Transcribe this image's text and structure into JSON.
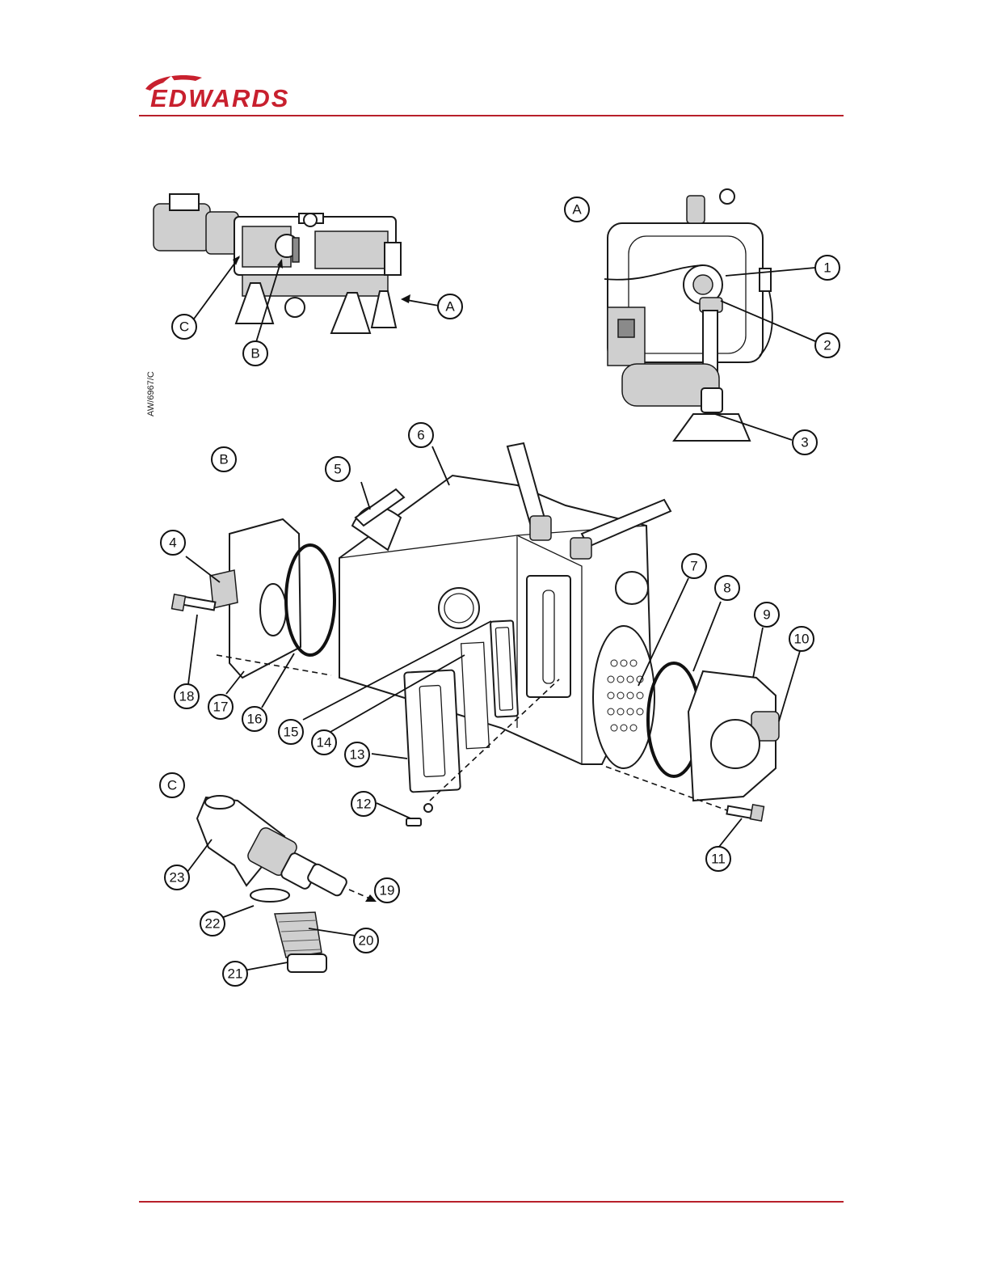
{
  "brand": {
    "name": "EDWARDS",
    "color": "#c8202e"
  },
  "figure": {
    "drawing_ref": "AW/6967/C",
    "view_labels": [
      "A",
      "B",
      "C"
    ],
    "callouts": [
      "1",
      "2",
      "3",
      "4",
      "5",
      "6",
      "7",
      "8",
      "9",
      "10",
      "11",
      "12",
      "13",
      "14",
      "15",
      "16",
      "17",
      "18",
      "19",
      "20",
      "21",
      "22",
      "23"
    ]
  }
}
